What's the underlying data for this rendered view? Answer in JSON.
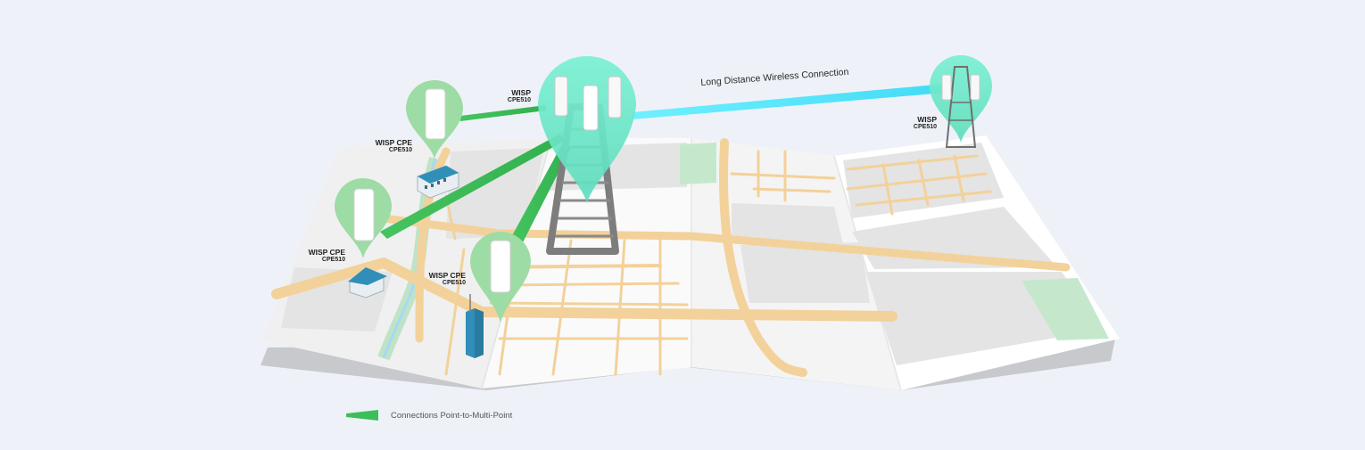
{
  "labels": {
    "tower_top": {
      "title": "WISP",
      "model": "CPE510"
    },
    "tower_right": {
      "title": "WISP",
      "model": "CPE510"
    },
    "cpe_school": {
      "title": "WISP CPE",
      "model": "CPE510"
    },
    "cpe_house": {
      "title": "WISP CPE",
      "model": "CPE510"
    },
    "cpe_office": {
      "title": "WISP CPE",
      "model": "CPE510"
    }
  },
  "long_link_label": "Long Distance Wireless Connection",
  "legend": {
    "label": "Connections Point-to-Multi-Point"
  },
  "colors": {
    "background": "#eef2f8",
    "pin_main": "#6ee6c7",
    "pin_cpe": "#9ddca4",
    "p2mp_link": "#3cbf5a",
    "long_link": "#4fe3f8",
    "road": "#f3d19a",
    "park": "#bfe3c6"
  }
}
